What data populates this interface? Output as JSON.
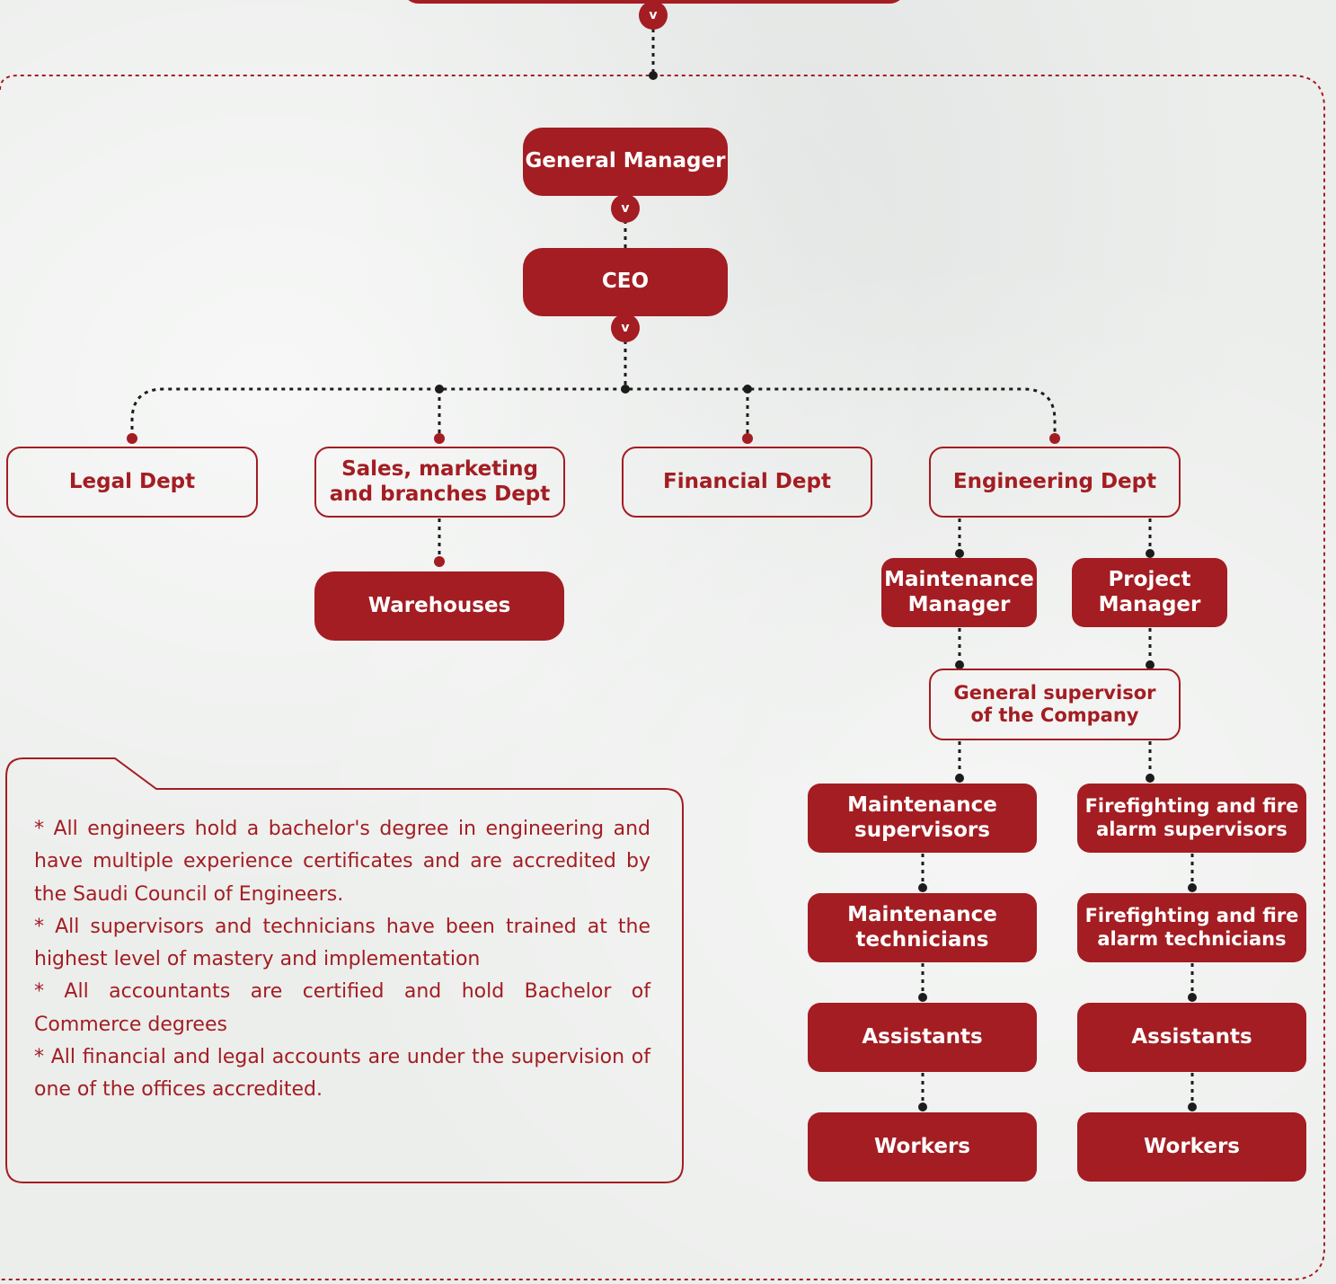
{
  "diagram": {
    "type": "org-chart",
    "accent_color": "#a31d22",
    "background_color": "#eceeec",
    "nodes": {
      "general_manager": "General Manager",
      "ceo": "CEO",
      "legal": "Legal Dept",
      "sales": "Sales, marketing\nand branches Dept",
      "financial": "Financial Dept",
      "engineering": "Engineering Dept",
      "warehouses": "Warehouses",
      "maintenance_manager": "Maintenance\nManager",
      "project_manager": "Project\nManager",
      "general_supervisor": "General supervisor\nof the Company",
      "maintenance_supervisors": "Maintenance\nsupervisors",
      "fire_supervisors": "Firefighting and fire\nalarm supervisors",
      "maintenance_technicians": "Maintenance\ntechnicians",
      "fire_technicians": "Firefighting and fire\nalarm technicians",
      "assistants_left": "Assistants",
      "assistants_right": "Assistants",
      "workers_left": "Workers",
      "workers_right": "Workers"
    },
    "edges": [
      [
        "general_manager",
        "ceo"
      ],
      [
        "ceo",
        "legal"
      ],
      [
        "ceo",
        "sales"
      ],
      [
        "ceo",
        "financial"
      ],
      [
        "ceo",
        "engineering"
      ],
      [
        "sales",
        "warehouses"
      ],
      [
        "engineering",
        "maintenance_manager"
      ],
      [
        "engineering",
        "project_manager"
      ],
      [
        "maintenance_manager",
        "general_supervisor"
      ],
      [
        "project_manager",
        "general_supervisor"
      ],
      [
        "general_supervisor",
        "maintenance_supervisors"
      ],
      [
        "general_supervisor",
        "fire_supervisors"
      ],
      [
        "maintenance_supervisors",
        "maintenance_technicians"
      ],
      [
        "maintenance_technicians",
        "assistants_left"
      ],
      [
        "assistants_left",
        "workers_left"
      ],
      [
        "fire_supervisors",
        "fire_technicians"
      ],
      [
        "fire_technicians",
        "assistants_right"
      ],
      [
        "assistants_right",
        "workers_right"
      ]
    ],
    "chevron_icon": "chevron-down-icon"
  },
  "notes": {
    "line1": "* All engineers hold a bachelor's degree in engineering and have multiple experience certificates and are accredited by the Saudi Council of Engineers.",
    "line2": "* All supervisors and technicians have been trained at the highest level of mastery and implementation",
    "line3": "* All accountants are certified and hold Bachelor of Commerce degrees",
    "line4": "* All financial and legal accounts are under the supervision of one of the offices accredited."
  }
}
